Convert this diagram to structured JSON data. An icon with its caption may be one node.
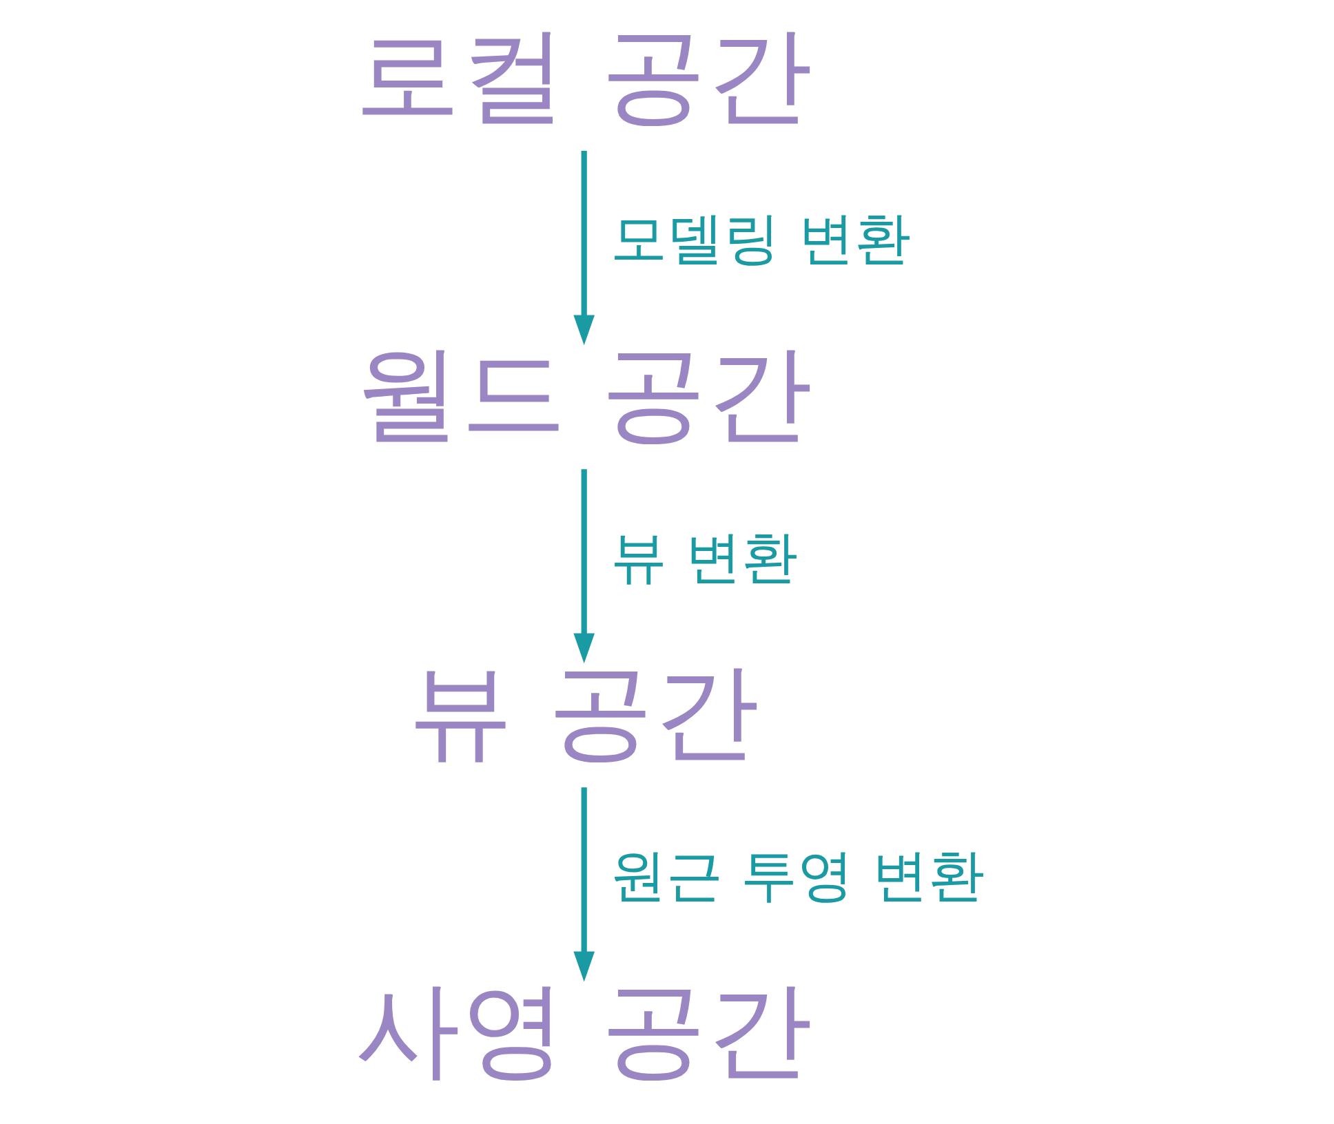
{
  "diagram": {
    "nodes": [
      {
        "text": [
          "로컬 공간"
        ]
      },
      {
        "text": [
          "월드 공간"
        ]
      },
      {
        "text": [
          "뷰 공간"
        ]
      },
      {
        "text": [
          "사영 공간"
        ]
      }
    ],
    "edges": [
      {
        "from": 0,
        "to": 1,
        "arrow": "to",
        "label": "모델링 변환"
      },
      {
        "from": 1,
        "to": 2,
        "arrow": "to",
        "label": "뷰 변환"
      },
      {
        "from": 2,
        "to": 3,
        "arrow": "to",
        "label": "원근 투영 변환"
      }
    ]
  }
}
